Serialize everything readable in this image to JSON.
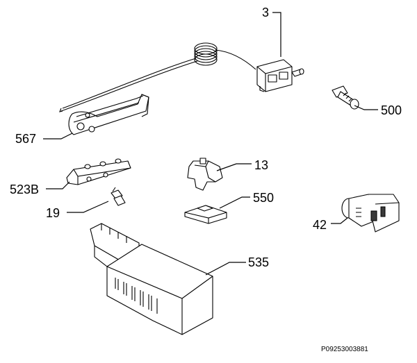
{
  "diagram": {
    "callouts": [
      {
        "id": "3",
        "text": "3"
      },
      {
        "id": "500",
        "text": "500"
      },
      {
        "id": "567",
        "text": "567"
      },
      {
        "id": "13",
        "text": "13"
      },
      {
        "id": "523B",
        "text": "523B"
      },
      {
        "id": "550",
        "text": "550"
      },
      {
        "id": "19",
        "text": "19"
      },
      {
        "id": "42",
        "text": "42"
      },
      {
        "id": "535",
        "text": "535"
      }
    ],
    "reference_code": "P09253003881"
  }
}
